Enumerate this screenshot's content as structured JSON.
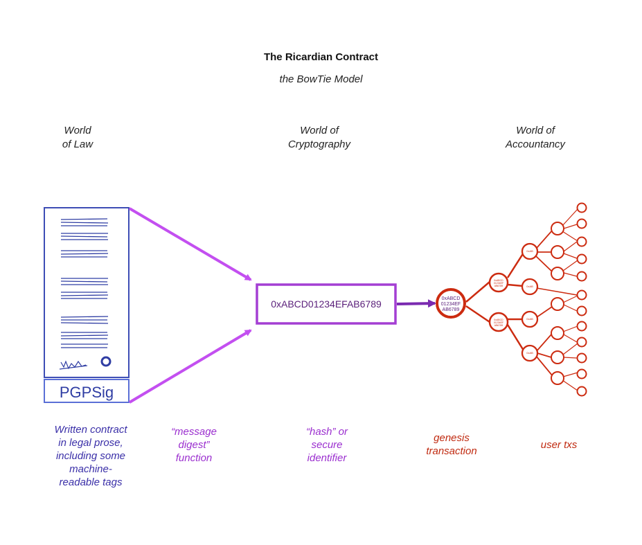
{
  "diagram": {
    "title": "The Ricardian Contract",
    "subtitle": "the BowTie Model",
    "worlds": {
      "law": "World\nof Law",
      "crypto": "World of\nCryptography",
      "accountancy": "World of\nAccountancy"
    },
    "document": {
      "signature_label": "PGPSig"
    },
    "hash_box": {
      "value": "0xABCD01234EFAB6789"
    },
    "genesis_node": {
      "lines": [
        "0xABCD",
        "01234EF",
        "AB6789"
      ]
    },
    "branch_node_label": "0xABCD\n01234EF\nAB6789",
    "leaf_node_label": "0xAB",
    "captions": {
      "written_contract": "Written contract\nin legal prose,\nincluding some\nmachine-\nreadable tags",
      "message_digest": "“message\ndigest”\nfunction",
      "hash": "“hash” or\nsecure\nidentifier",
      "genesis": "genesis\ntransaction",
      "user_txs": "user txs"
    },
    "colors": {
      "doc_border": "#3d4db5",
      "arrow_purple": "#c34ff0",
      "hash_box": "#a43fd3",
      "tx_red": "#cc2b10"
    }
  }
}
